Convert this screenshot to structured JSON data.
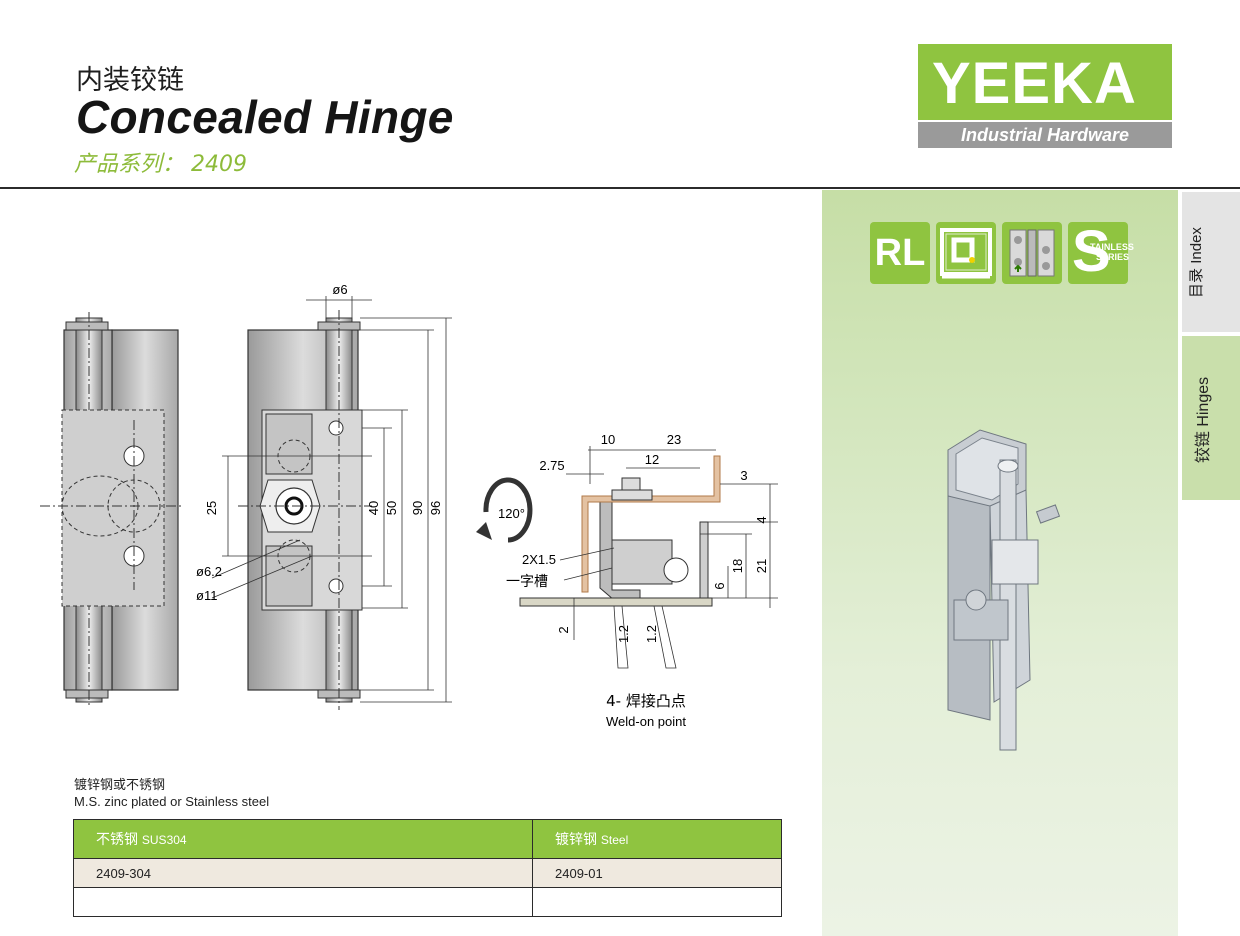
{
  "header": {
    "title_cn": "内装铰链",
    "title_en": "Concealed Hinge",
    "series": "产品系列：  2409"
  },
  "logo": {
    "brand": "YEEKA",
    "tagline": "Industrial Hardware",
    "accent": "#8fc440"
  },
  "badges": {
    "rl": "RL",
    "stainless_big": "S",
    "stainless_small_1": "TAINLESS",
    "stainless_small_2": "SERIES"
  },
  "tabs": {
    "index_cn": "目录",
    "index_en": "Index",
    "hinges_cn": "铰链",
    "hinges_en": "Hinges"
  },
  "drawing": {
    "dim_6": "ø6",
    "dim_25": "25",
    "dim_40": "40",
    "dim_50": "50",
    "dim_90": "90",
    "dim_96": "96",
    "dim_62": "ø6.2",
    "dim_11": "ø11",
    "angle": "120°",
    "dim_10": "10",
    "dim_23": "23",
    "dim_275": "2.75",
    "dim_12": "12",
    "dim_3": "3",
    "dim_4": "4",
    "dim_21": "21",
    "dim_18": "18",
    "dim_6b": "6",
    "dim_2": "2",
    "dim_12a": "1.2",
    "dim_12b": "1.2",
    "slot_size": "2X1.5",
    "slot_label": "一字槽",
    "weld_cn": "4- 焊接凸点",
    "weld_en": "Weld-on point"
  },
  "material": {
    "cn": "镀锌钢或不锈钢",
    "en": "M.S. zinc plated or Stainless steel"
  },
  "table": {
    "col1_cn": "不锈钢",
    "col1_en": "SUS304",
    "col2_cn": "镀锌钢",
    "col2_en": "Steel",
    "row1_col1": "2409-304",
    "row1_col2": "2409-01"
  }
}
